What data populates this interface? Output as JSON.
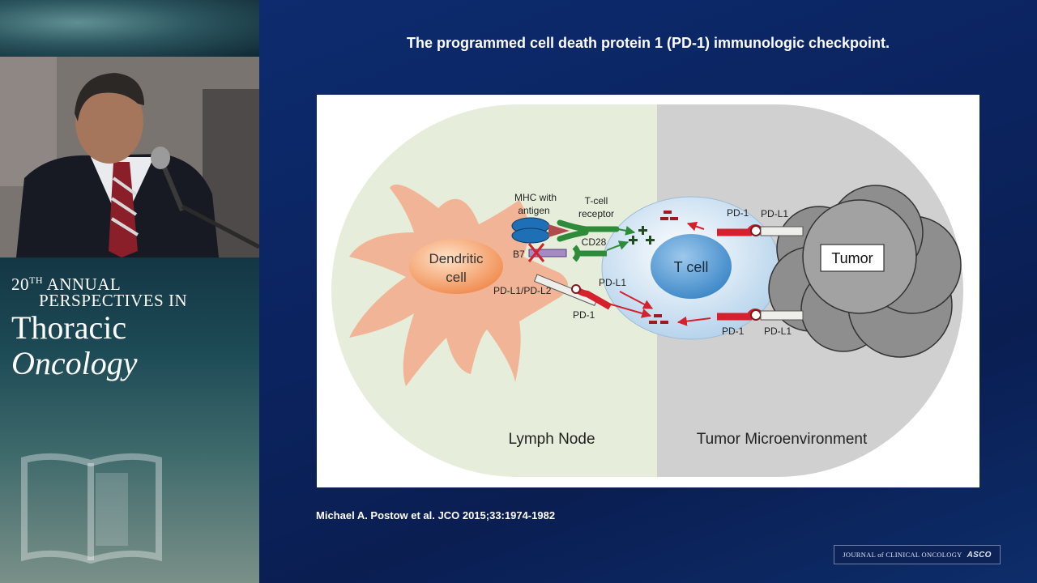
{
  "conference": {
    "line1_sup": "TH",
    "line1_num": "20",
    "line1_rest": " ANNUAL",
    "line2": "PERSPECTIVES IN",
    "line3_a": "Thoracic ",
    "line3_b": "Oncology"
  },
  "slide": {
    "title": "The programmed cell death protein 1 (PD-1) immunologic checkpoint.",
    "citation": "Michael A. Postow et al. JCO 2015;33:1974-1982"
  },
  "diagram": {
    "dendritic_cell_line1": "Dendritic",
    "dendritic_cell_line2": "cell",
    "t_cell": "T cell",
    "tumor": "Tumor",
    "mhc_line1": "MHC with",
    "mhc_line2": "antigen",
    "tcr_line1": "T-cell",
    "tcr_line2": "receptor",
    "cd28": "CD28",
    "b7": "B7",
    "pdl1_pdl2": "PD-L1/PD-L2",
    "pd1": "PD-1",
    "pdl1": "PD-L1",
    "lymph_node": "Lymph Node",
    "tumor_microenv": "Tumor Microenvironment"
  },
  "journal_logo": {
    "text": "JOURNAL of CLINICAL ONCOLOGY",
    "asco": "ASCO"
  },
  "colors": {
    "slide_bg": "#0b2460",
    "lymph_node_bg": "#e6eedb",
    "tumor_env_bg": "#d0d0d0",
    "dendritic": "#f2a98a",
    "t_cell": "#bcd7ee",
    "pd1_red": "#d5202e",
    "cd28_green": "#2e8b3a",
    "mhc_blue": "#1e6fb6"
  }
}
